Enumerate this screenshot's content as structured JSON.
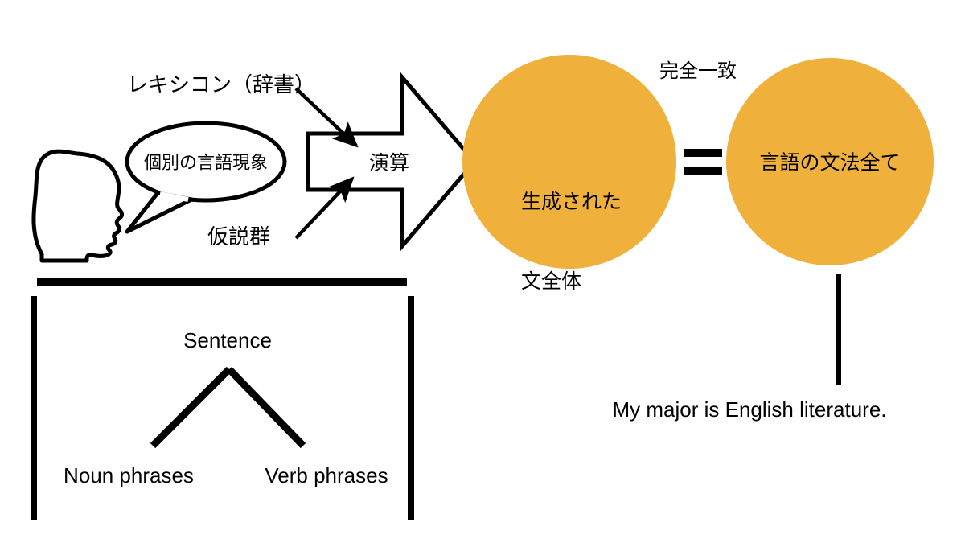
{
  "diagram": {
    "title_visible": false,
    "background_color": "#ffffff",
    "ink_color": "#000000",
    "accent_color": "#EFB03C"
  },
  "speaker": {
    "head_icon": "head-profile-icon",
    "speech_bubble_text": "個別の言語現象"
  },
  "input_labels": {
    "lexicon": "レキシコン（辞書）",
    "hypotheses": "仮説群"
  },
  "process": {
    "arrow_label": "演算"
  },
  "circles": [
    {
      "id": "generated-sentences",
      "lines": [
        "生成された",
        "文全体"
      ],
      "fill": "#EFB03C"
    },
    {
      "id": "language-grammar",
      "lines": [
        "言語の文法全て"
      ],
      "fill": "#EFB03C"
    }
  ],
  "relation": {
    "label": "完全一致",
    "operator": "="
  },
  "tree": {
    "root": "Sentence",
    "children": [
      "Noun phrases",
      "Verb phrases"
    ]
  },
  "example": {
    "sentence": "My major is English literature."
  }
}
